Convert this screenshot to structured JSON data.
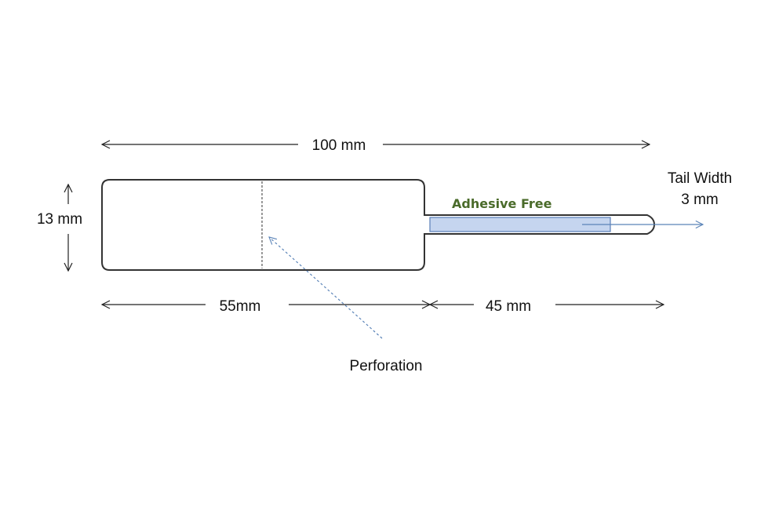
{
  "labels": {
    "total_length": "100 mm",
    "height": "13 mm",
    "left_length": "55mm",
    "tail_length": "45 mm",
    "tail_width_line1": "Tail Width",
    "tail_width_line2": "3 mm",
    "adhesive_free": "Adhesive Free",
    "perforation": "Perforation"
  },
  "colors": {
    "outline": "#333333",
    "adhesive_text": "#4a6b2a",
    "adhesive_fill": "#c5d5ef",
    "adhesive_stroke": "#5a7fb8",
    "pointer": "#5b84b8"
  }
}
